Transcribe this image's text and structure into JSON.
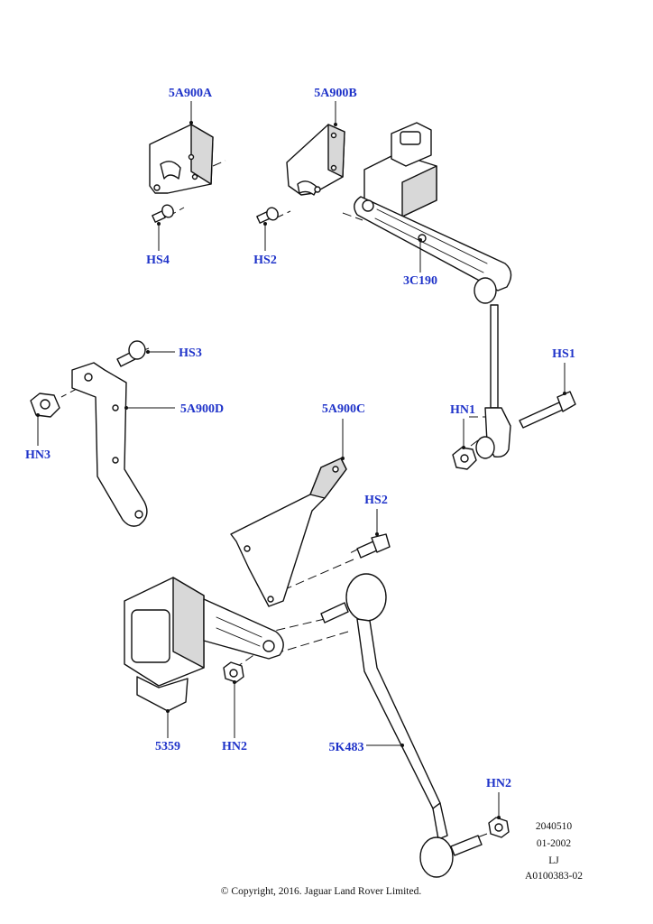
{
  "labels": {
    "p_5a900a": "5A900A",
    "p_5a900b": "5A900B",
    "p_hs4": "HS4",
    "p_hs2_top": "HS2",
    "p_3c190": "3C190",
    "p_hs3": "HS3",
    "p_5a900d": "5A900D",
    "p_hn3": "HN3",
    "p_hs1": "HS1",
    "p_hn1": "HN1",
    "p_5a900c": "5A900C",
    "p_hs2_mid": "HS2",
    "p_5359": "5359",
    "p_hn2_mid": "HN2",
    "p_5k483": "5K483",
    "p_hn2_bottom": "HN2"
  },
  "reference": {
    "line1": "2040510",
    "line2": "01-2002",
    "line3": "LJ",
    "line4": "A0100383-02"
  },
  "copyright": "© Copyright, 2016. Jaguar Land Rover Limited.",
  "colors": {
    "label": "#1f33c9",
    "line": "#111111",
    "background": "#ffffff"
  }
}
